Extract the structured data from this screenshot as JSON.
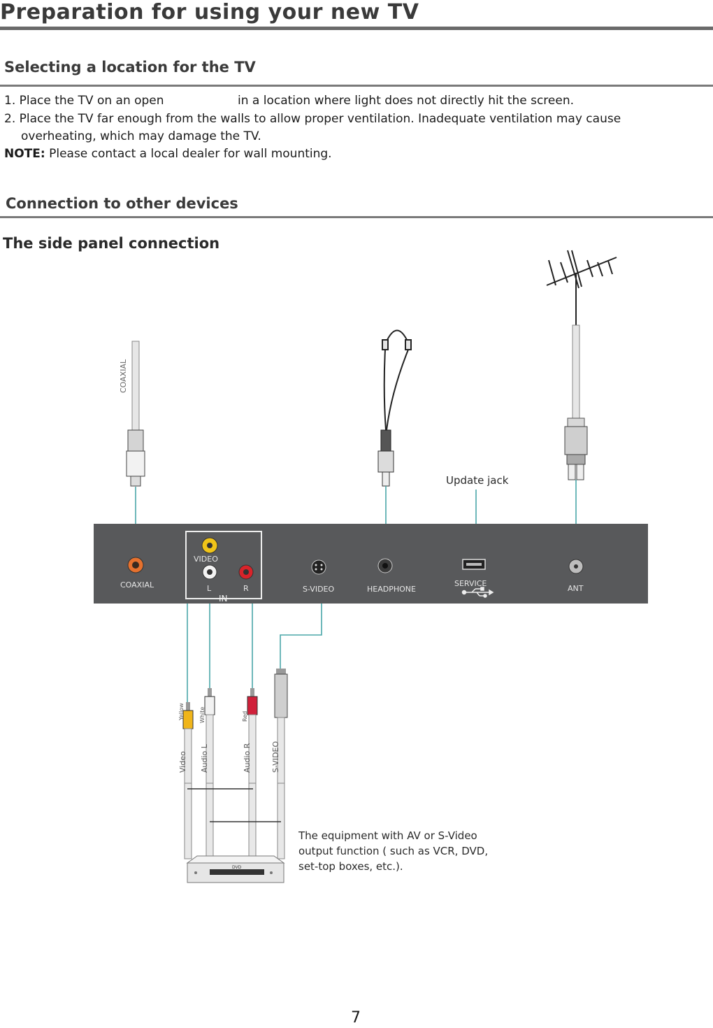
{
  "page": {
    "title": "Preparation for using your new TV",
    "page_number": "7"
  },
  "location_section": {
    "heading": "Selecting a location for the TV",
    "item1_a": "1. Place the TV on an open",
    "item1_b": "in a location where light does not directly hit the screen.",
    "item2_line1": "2. Place the TV far enough from the walls to allow proper ventilation. Inadequate ventilation may cause",
    "item2_line2": "overheating, which may damage the TV.",
    "note_label": "NOTE:",
    "note_text": "Please contact a local dealer for wall mounting."
  },
  "connection_section": {
    "heading": "Connection to other devices",
    "subheading": "The side panel connection"
  },
  "diagram": {
    "cable_coaxial": "COAXIAL",
    "update_jack": "Update jack",
    "panel": {
      "coaxial": "COAXIAL",
      "video": "VIDEO",
      "left": "L",
      "right": "R",
      "in": "IN",
      "svideo": "S-VIDEO",
      "headphone": "HEADPHONE",
      "service": "SERVICE",
      "ant": "ANT"
    },
    "plugs": {
      "yellow": "Yellow",
      "white": "White",
      "red": "Red",
      "video": "Video",
      "audio_l": "Audio L",
      "audio_r": "Audio R",
      "svideo": "S-VIDEO"
    },
    "device_label": "DVD",
    "equipment_line1": "The equipment with AV or S-Video",
    "equipment_line2": "output function ( such as VCR, DVD,",
    "equipment_line3": "set-top boxes, etc.)."
  },
  "colors": {
    "panel": "#58595b",
    "leader": "#4aa7a9",
    "yellow_jack": "#f0c419",
    "red_jack": "#d8232a",
    "orange_jack": "#e6712e"
  }
}
